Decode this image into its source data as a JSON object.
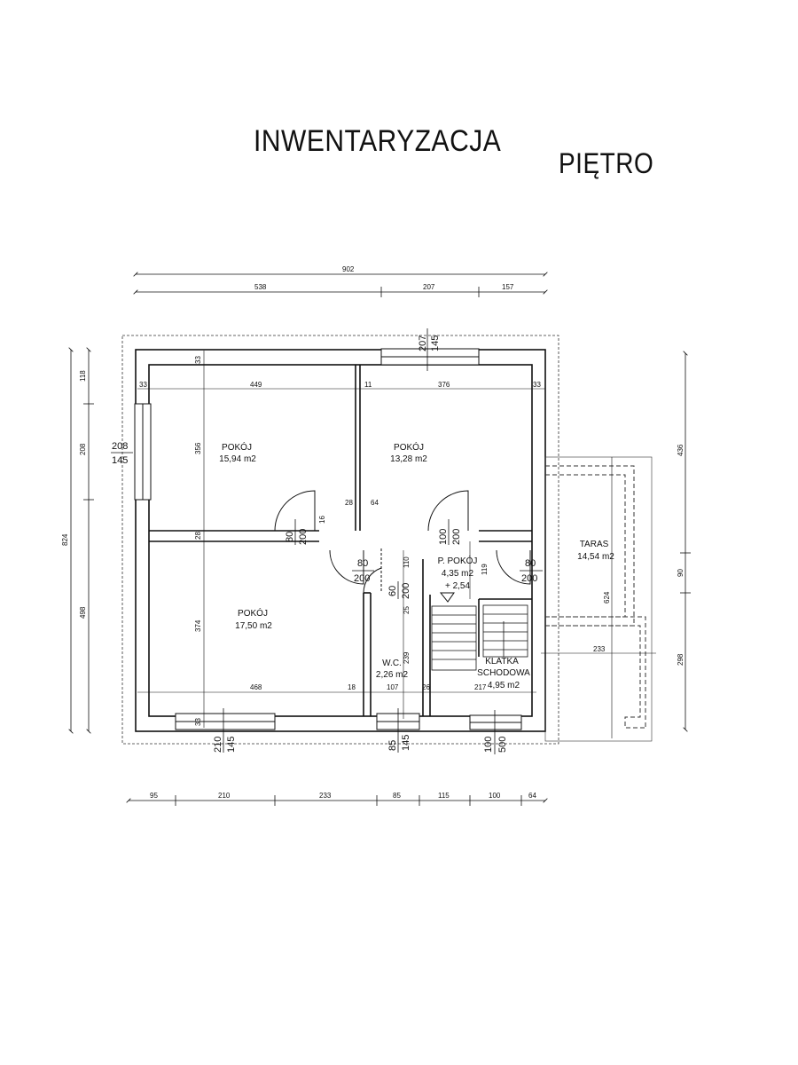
{
  "title": "INWENTARYZACJA",
  "subtitle": "PIĘTRO",
  "rooms": [
    {
      "name": "POKÓJ",
      "area": "15,94 m2"
    },
    {
      "name": "POKÓJ",
      "area": "13,28 m2"
    },
    {
      "name": "POKÓJ",
      "area": "17,50 m2"
    },
    {
      "name": "P. POKÓJ",
      "area": "4,35 m2",
      "extra": "+ 2,54"
    },
    {
      "name": "W.C.",
      "area": "2,26 m2"
    },
    {
      "name": "KLATKA",
      "name2": "SCHODOWA",
      "area": "4,95 m2"
    },
    {
      "name": "TARAS",
      "area": "14,54 m2"
    }
  ],
  "top_dims": {
    "overall": "902",
    "segments": [
      "538",
      "207",
      "157"
    ]
  },
  "bottom_dims": [
    "95",
    "210",
    "233",
    "85",
    "115",
    "100",
    "64"
  ],
  "left_dims": {
    "overall": "824",
    "segments": [
      "118",
      "208",
      "498"
    ]
  },
  "right_dims": [
    "436",
    "90",
    "298"
  ],
  "interior_dims": {
    "d33a": "33",
    "d33b": "33",
    "d449": "449",
    "d11": "11",
    "d376": "376",
    "d33c": "33",
    "d356": "356",
    "d28a": "28",
    "d28b": "28",
    "d64": "64",
    "d16": "16",
    "d374": "374",
    "d33d": "33",
    "d468": "468",
    "d18": "18",
    "d107": "107",
    "d26": "26",
    "d217": "217",
    "d110": "110",
    "d25": "25",
    "d239": "239",
    "d119": "119",
    "d624": "624",
    "d233": "233"
  },
  "openings": {
    "win_left_a": "208",
    "win_left_b": "145",
    "win_top_a": "207",
    "win_top_b": "145",
    "win_b1_a": "210",
    "win_b1_b": "145",
    "win_b2_a": "85",
    "win_b2_b": "145",
    "win_b3_a": "100",
    "win_b3_b": "500",
    "door1_a": "80",
    "door1_b": "200",
    "door2_a": "100",
    "door2_b": "200",
    "door3_a": "80",
    "door3_b": "200",
    "door4_a": "60",
    "door4_b": "200",
    "door5_a": "80",
    "door5_b": "200"
  }
}
